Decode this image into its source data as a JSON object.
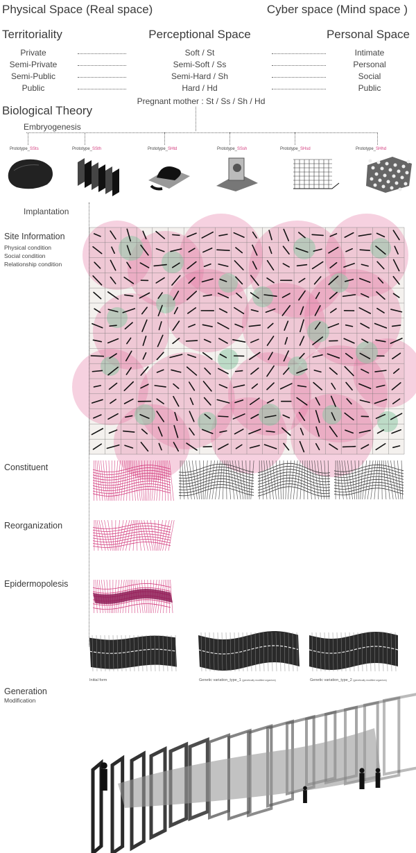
{
  "header": {
    "left_title": "Physical Space (Real space)",
    "right_title": "Cyber space (Mind space )"
  },
  "columns": {
    "territoriality": {
      "heading": "Territoriality",
      "items": [
        "Private",
        "Semi-Private",
        "Semi-Public",
        "Public"
      ]
    },
    "perceptional": {
      "heading": "Perceptional Space",
      "items": [
        "Soft / St",
        "Semi-Soft / Ss",
        "Semi-Hard / Sh",
        "Hard / Hd"
      ]
    },
    "personal": {
      "heading": "Personal Space",
      "items": [
        "Intimate",
        "Personal",
        "Social",
        "Public"
      ]
    }
  },
  "biological": {
    "heading": "Biological Theory",
    "pregnant": "Pregnant mother : St / Ss / Sh / Hd",
    "embryogenesis": "Embryogenesis"
  },
  "prototypes": [
    {
      "prefix": "Prototype_",
      "code": "SSts"
    },
    {
      "prefix": "Prototype_",
      "code": "SSth"
    },
    {
      "prefix": "Prototype_",
      "code": "SHtd"
    },
    {
      "prefix": "Prototype_",
      "code": "SSsh"
    },
    {
      "prefix": "Prototype_",
      "code": "SHsd"
    },
    {
      "prefix": "Prototype_",
      "code": "SHhd"
    }
  ],
  "implantation": "Implantation",
  "site": {
    "heading": "Site Information",
    "lines": [
      "Physical condition",
      "Social condition",
      "Relationship condition"
    ]
  },
  "constituent": "Constituent",
  "reorganization": "Reorganization",
  "epidermopolesis": "Epidermopolesis",
  "variations": [
    {
      "label": "Initial form",
      "note": ""
    },
    {
      "label": "Genetic variation_type_1",
      "note": "(genetically modified organism)"
    },
    {
      "label": "Genetic variation_type_2",
      "note": "(genetically modified organism)"
    }
  ],
  "generation": {
    "heading": "Generation",
    "sub": "Modification"
  },
  "colors": {
    "accent": "#d23a7c",
    "heatmap_pink": "#e57aa7",
    "heatmap_green": "#8fc9a8",
    "text": "#3a3a3a"
  }
}
